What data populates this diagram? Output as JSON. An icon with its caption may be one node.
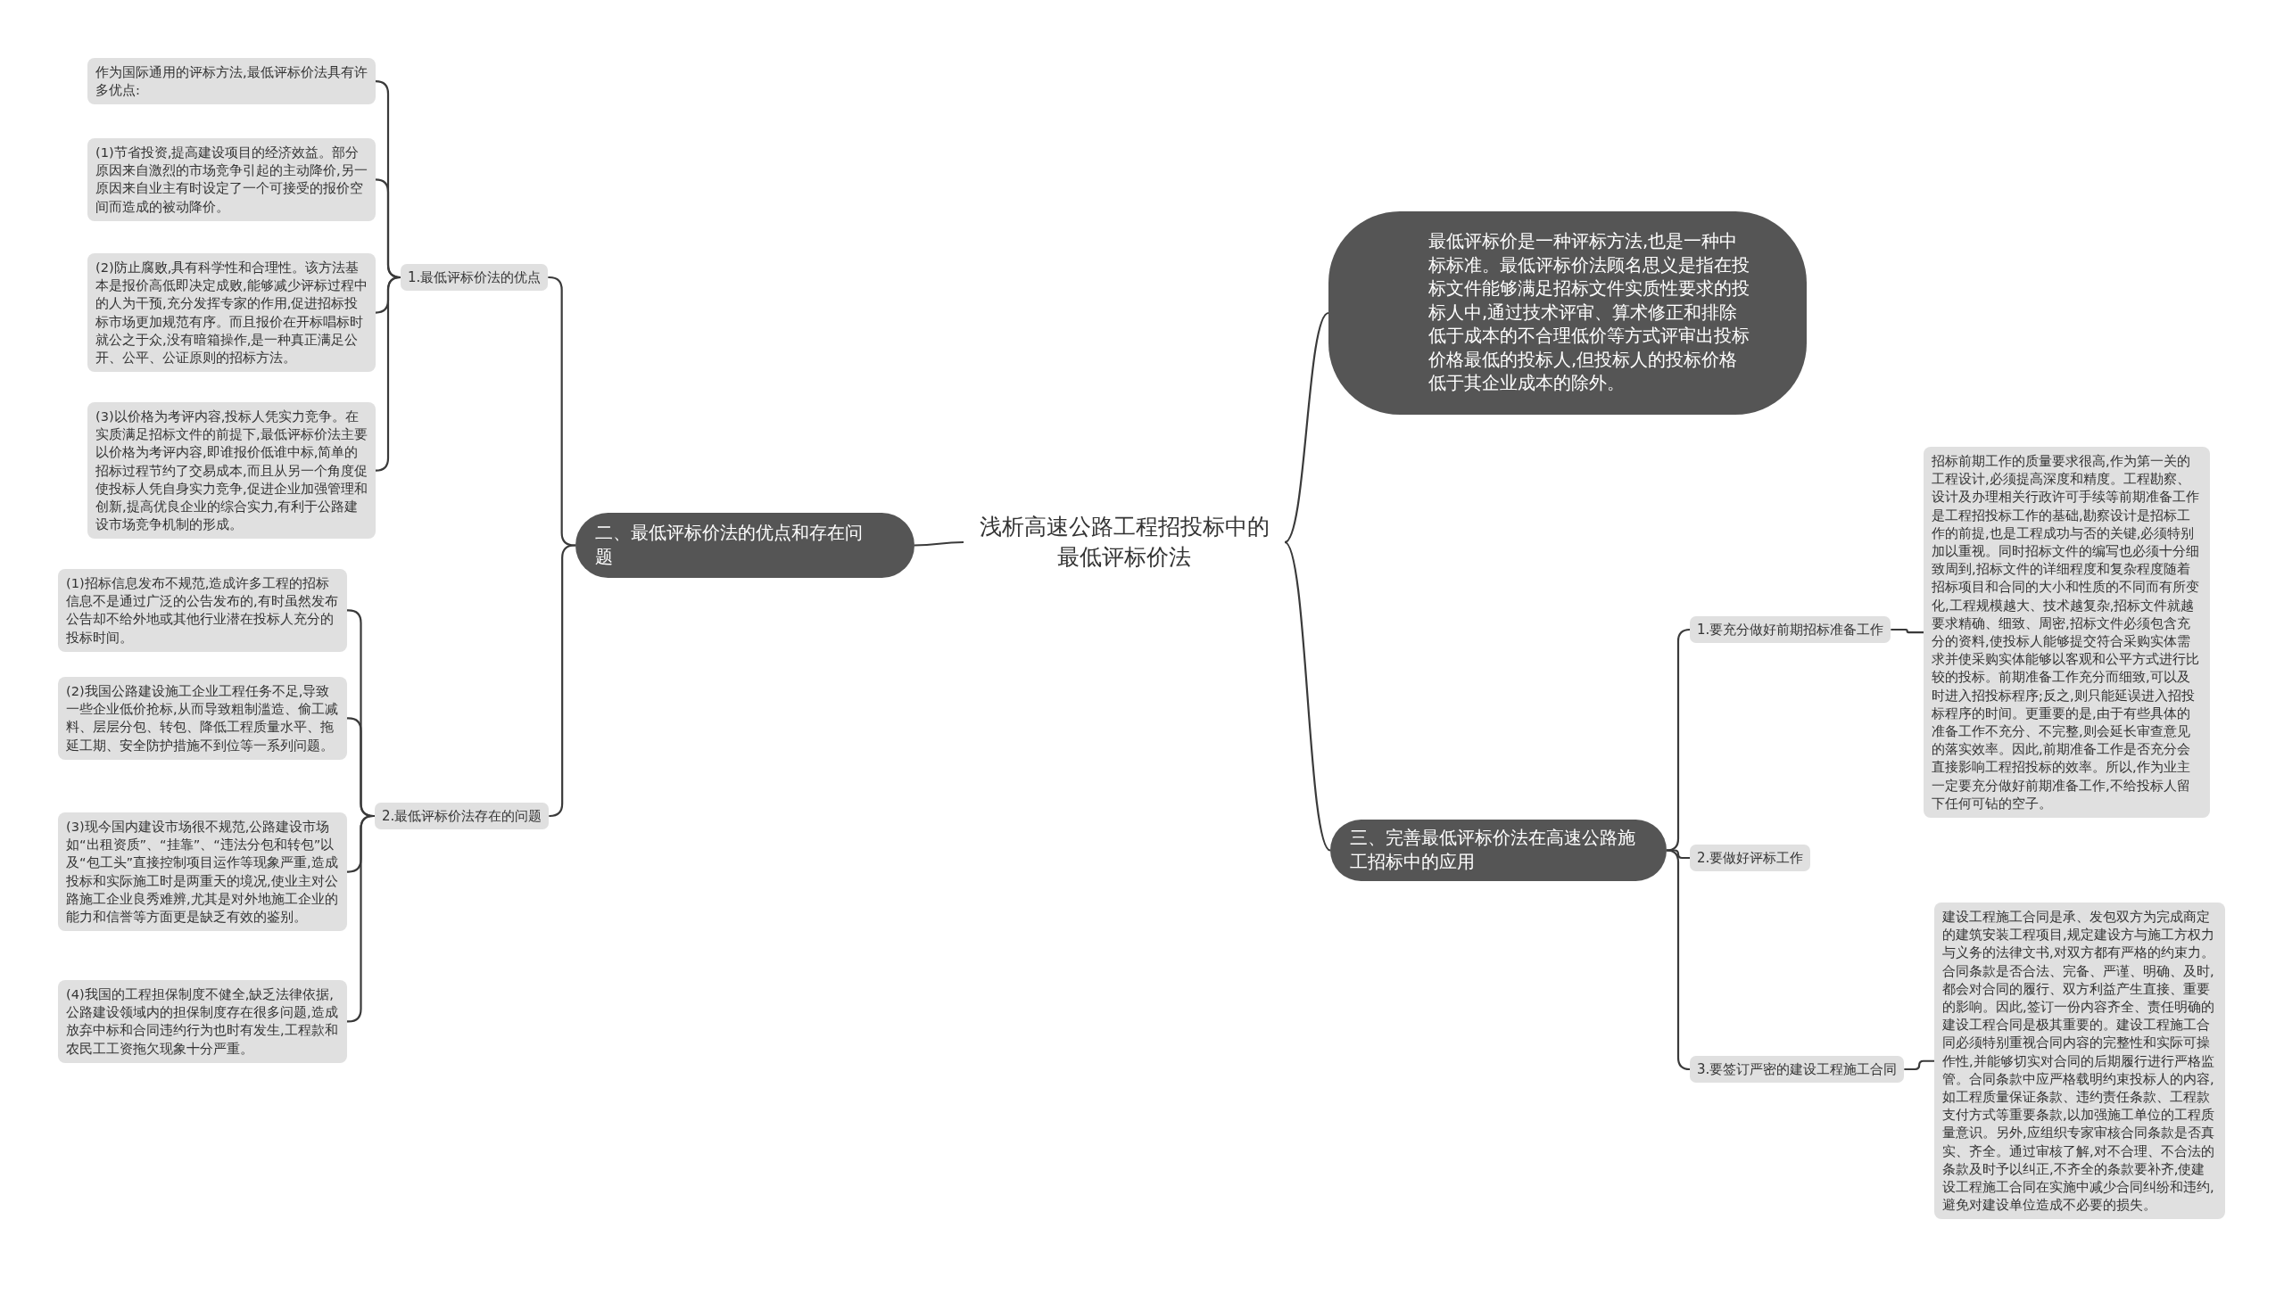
{
  "diagram": {
    "nodes": [
      {
        "text": [
          "浅析高速公路工程招投标中的最低评标价法"
        ]
      },
      {
        "text": [
          "最低评标价是一种评标方法,也是一种中标标准。最低评标价法顾名思义是指在投标文件能够满足招标文件实质性要求的投标人中,通过技术评审、算术修正和排除低于成本的不合理低价等方式评审出投标价格最低的投标人,但投标人的投标价格低于其企业成本的除外。"
        ]
      },
      {
        "text": [
          "二、最低评标价法的优点和存在问题"
        ]
      },
      {
        "text": [
          "1.最低评标价法的优点"
        ]
      },
      {
        "text": [
          "作为国际通用的评标方法,最低评标价法具有许多优点:"
        ]
      },
      {
        "text": [
          "(1)节省投资,提高建设项目的经济效益。部分原因来自激烈的市场竞争引起的主动降价,另一原因来自业主有时设定了一个可接受的报价空间而造成的被动降价。"
        ]
      },
      {
        "text": [
          "(2)防止腐败,具有科学性和合理性。该方法基本是报价高低即决定成败,能够减少评标过程中的人为干预,充分发挥专家的作用,促进招标投标市场更加规范有序。而且报价在开标唱标时就公之于众,没有暗箱操作,是一种真正满足公开、公平、公证原则的招标方法。"
        ]
      },
      {
        "text": [
          "(3)以价格为考评内容,投标人凭实力竞争。在实质满足招标文件的前提下,最低评标价法主要以价格为考评内容,即谁报价低谁中标,简单的招标过程节约了交易成本,而且从另一个角度促使投标人凭自身实力竞争,促进企业加强管理和创新,提高优良企业的综合实力,有利于公路建设市场竞争机制的形成。"
        ]
      },
      {
        "text": [
          "2.最低评标价法存在的问题"
        ]
      },
      {
        "text": [
          "(1)招标信息发布不规范,造成许多工程的招标信息不是通过广泛的公告发布的,有时虽然发布公告却不给外地或其他行业潜在投标人充分的投标时间。"
        ]
      },
      {
        "text": [
          "(2)我国公路建设施工企业工程任务不足,导致一些企业低价抢标,从而导致粗制滥造、偷工减料、层层分包、转包、降低工程质量水平、拖延工期、安全防护措施不到位等一系列问题。"
        ]
      },
      {
        "text": [
          "(3)现今国内建设市场很不规范,公路建设市场如“出租资质”、“挂靠”、“违法分包和转包”以及“包工头”直接控制项目运作等现象严重,造成投标和实际施工时是两重天的境况,使业主对公路施工企业良秀难辨,尤其是对外地施工企业的能力和信誉等方面更是缺乏有效的鉴别。"
        ]
      },
      {
        "text": [
          "(4)我国的工程担保制度不健全,缺乏法律依据,公路建设领域内的担保制度存在很多问题,造成放弃中标和合同违约行为也时有发生,工程款和农民工工资拖欠现象十分严重。"
        ]
      },
      {
        "text": [
          "三、完善最低评标价法在高速公路施工招标中的应用"
        ]
      },
      {
        "text": [
          "1.要充分做好前期招标准备工作"
        ]
      },
      {
        "text": [
          "招标前期工作的质量要求很高,作为第一关的工程设计,必须提高深度和精度。工程勘察、设计及办理相关行政许可手续等前期准备工作是工程招投标工作的基础,勘察设计是招标工作的前提,也是工程成功与否的关键,必须特别加以重视。同时招标文件的编写也必须十分细致周到,招标文件的详细程度和复杂程度随着招标项目和合同的大小和性质的不同而有所变化,工程规模越大、技术越复杂,招标文件就越要求精确、细致、周密,招标文件必须包含充分的资料,使投标人能够提交符合采购实体需求并使采购实体能够以客观和公平方式进行比较的投标。前期准备工作充分而细致,可以及时进入招投标程序;反之,则只能延误进入招投标程序的时间。更重要的是,由于有些具体的准备工作不充分、不完整,则会延长审查意见的落实效率。因此,前期准备工作是否充分会直接影响工程招投标的效率。所以,作为业主一定要充分做好前期准备工作,不给投标人留下任何可钻的空子。"
        ]
      },
      {
        "text": [
          "2.要做好评标工作"
        ]
      },
      {
        "text": [
          "3.要签订严密的建设工程施工合同"
        ]
      },
      {
        "text": [
          "建设工程施工合同是承、发包双方为完成商定的建筑安装工程项目,规定建设方与施工方权力与义务的法律文书,对双方都有严格的约束力。合同条款是否合法、完备、严谨、明确、及时,都会对合同的履行、双方利益产生直接、重要的影响。因此,签订一份内容齐全、责任明确的建设工程合同是极其重要的。建设工程施工合同必须特别重视合同内容的完整性和实际可操作性,并能够切实对合同的后期履行进行严格监管。合同条款中应严格载明约束投标人的内容,如工程质量保证条款、违约责任条款、工程款支付方式等重要条款,以加强施工单位的工程质量意识。另外,应组织专家审核合同条款是否真实、齐全。通过审核了解,对不合理、不合法的条款及时予以纠正,不齐全的条款要补齐,使建设工程施工合同在实施中减少合同纠纷和违约,避免对建设单位造成不必要的损失。"
        ]
      }
    ],
    "edges": [
      {
        "from": 0,
        "to": 1,
        "arrow": "none"
      },
      {
        "from": 0,
        "to": 2,
        "arrow": "none"
      },
      {
        "from": 0,
        "to": 13,
        "arrow": "none"
      },
      {
        "from": 2,
        "to": 3,
        "arrow": "none"
      },
      {
        "from": 2,
        "to": 8,
        "arrow": "none"
      },
      {
        "from": 3,
        "to": 4,
        "arrow": "none"
      },
      {
        "from": 3,
        "to": 5,
        "arrow": "none"
      },
      {
        "from": 3,
        "to": 6,
        "arrow": "none"
      },
      {
        "from": 3,
        "to": 7,
        "arrow": "none"
      },
      {
        "from": 8,
        "to": 9,
        "arrow": "none"
      },
      {
        "from": 8,
        "to": 10,
        "arrow": "none"
      },
      {
        "from": 8,
        "to": 11,
        "arrow": "none"
      },
      {
        "from": 8,
        "to": 12,
        "arrow": "none"
      },
      {
        "from": 13,
        "to": 14,
        "arrow": "none"
      },
      {
        "from": 13,
        "to": 16,
        "arrow": "none"
      },
      {
        "from": 13,
        "to": 17,
        "arrow": "none"
      },
      {
        "from": 14,
        "to": 15,
        "arrow": "none"
      },
      {
        "from": 17,
        "to": 18,
        "arrow": "none"
      }
    ]
  }
}
